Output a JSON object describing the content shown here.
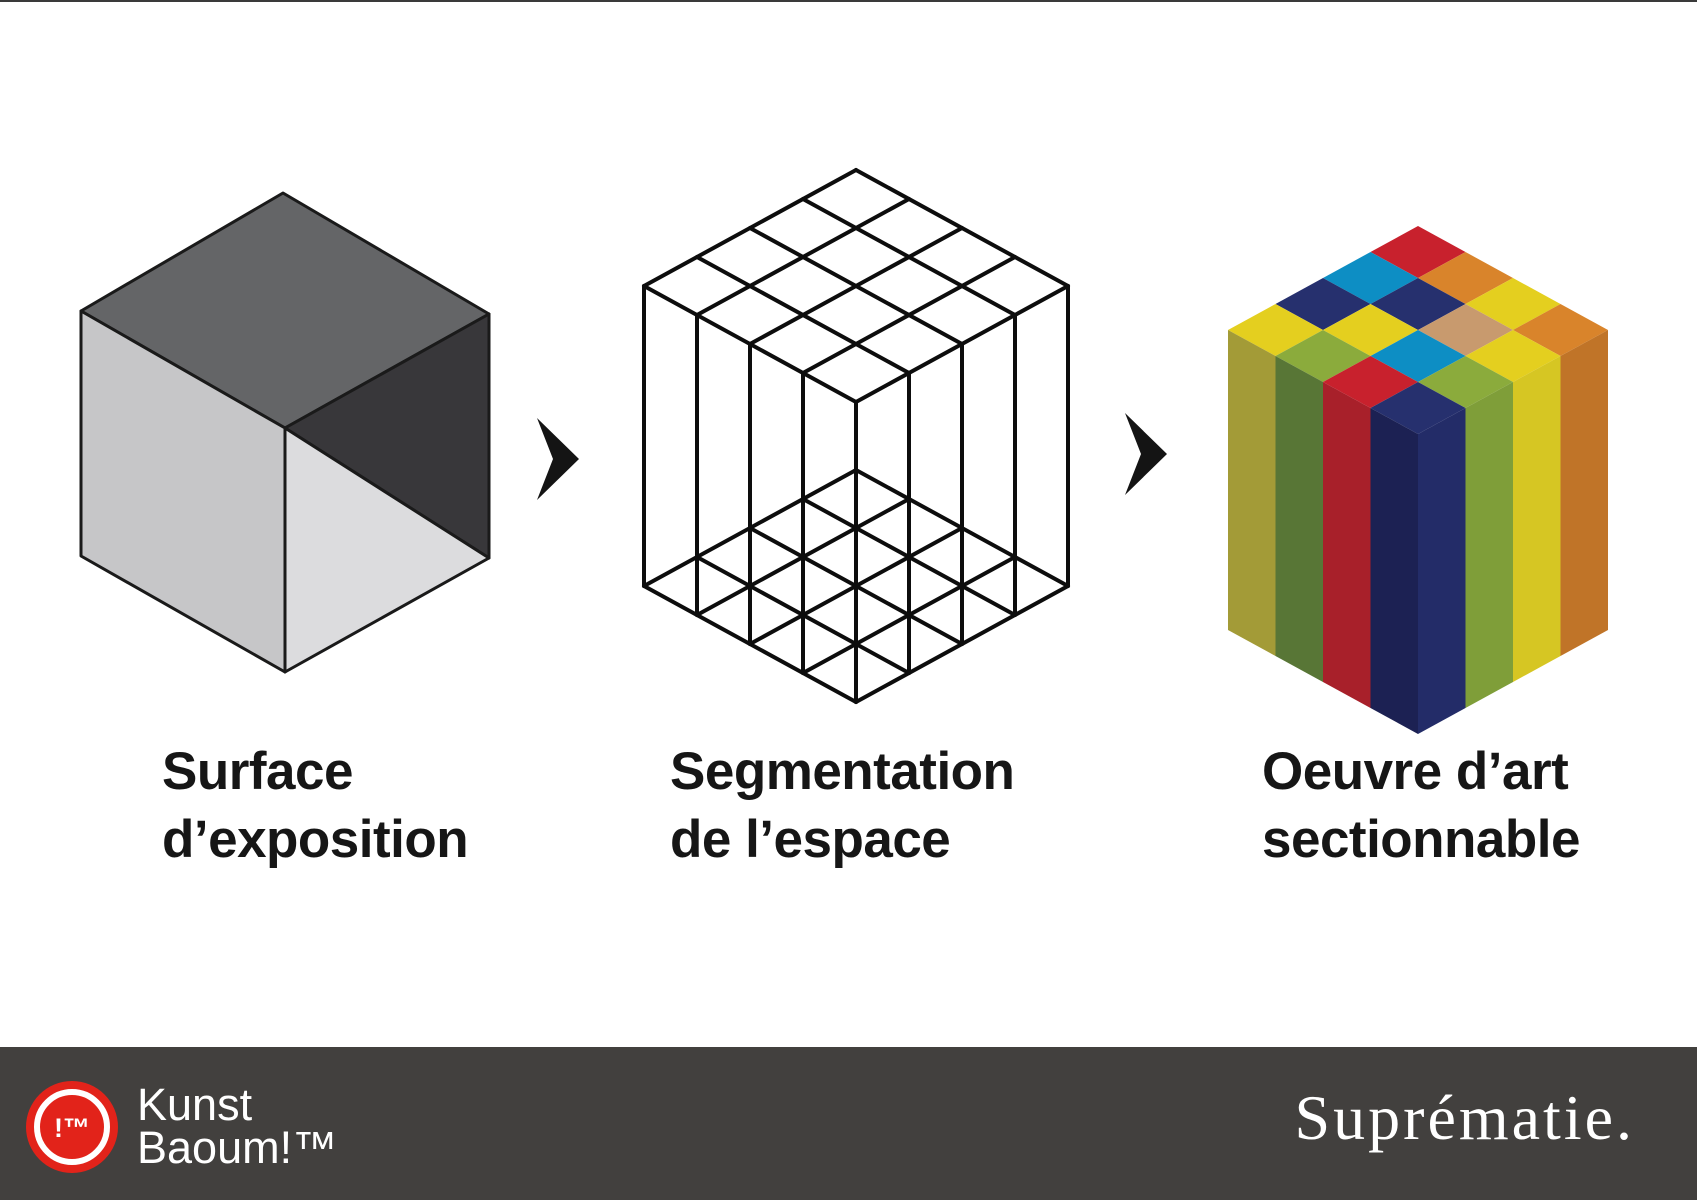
{
  "diagram": {
    "steps": [
      {
        "label_line1": "Surface",
        "label_line2": "d’exposition",
        "figure": "solid-cube",
        "figure_colors": {
          "top": "#646567",
          "left": "#c6c6c8",
          "right_upper": "#38373a",
          "right_lower": "#dcdcde",
          "stroke": "#1a1a1a"
        }
      },
      {
        "label_line1": "Segmentation",
        "label_line2": "de l’espace",
        "figure": "wireframe-grid-cube",
        "figure_colors": {
          "stroke": "#0d0d0d"
        }
      },
      {
        "label_line1": "Oeuvre d’art",
        "label_line2": "sectionnable",
        "figure": "colored-voxel-cube"
      }
    ],
    "arrows": [
      {
        "icon": "chevron-right-icon"
      },
      {
        "icon": "chevron-right-icon"
      }
    ],
    "voxel_grid": {
      "rows_back_to_front": [
        [
          "red",
          "blue",
          "navy",
          "yellow"
        ],
        [
          "orange",
          "navy",
          "yellow",
          "green"
        ],
        [
          "yellow",
          "tan",
          "blue",
          "red"
        ],
        [
          "orange",
          "yellow",
          "green",
          "navy"
        ]
      ],
      "palette": {
        "red": {
          "top": "#c8212d",
          "left": "#a8202a",
          "right": "#b41f2b"
        },
        "blue": {
          "top": "#0d8ec4",
          "left": "#0a74a3",
          "right": "#0b80b4"
        },
        "navy": {
          "top": "#26306e",
          "left": "#1c2153",
          "right": "#232c68"
        },
        "yellow": {
          "top": "#e4cf1f",
          "left": "#a39b37",
          "right": "#d6c623"
        },
        "orange": {
          "top": "#d9842b",
          "left": "#996028",
          "right": "#c07428"
        },
        "green": {
          "top": "#8bab3c",
          "left": "#587636",
          "right": "#7f9e39"
        },
        "tan": {
          "top": "#c89a6e",
          "left": "#a07a55",
          "right": "#b68b62"
        }
      }
    }
  },
  "footer": {
    "logo_badge_text": "!™",
    "logo_line1": "Kunst",
    "logo_line2": "Baoum!™",
    "brand": "Suprématie.",
    "colors": {
      "background": "#42403e",
      "logo_red": "#e2231a",
      "text": "#ffffff"
    }
  }
}
